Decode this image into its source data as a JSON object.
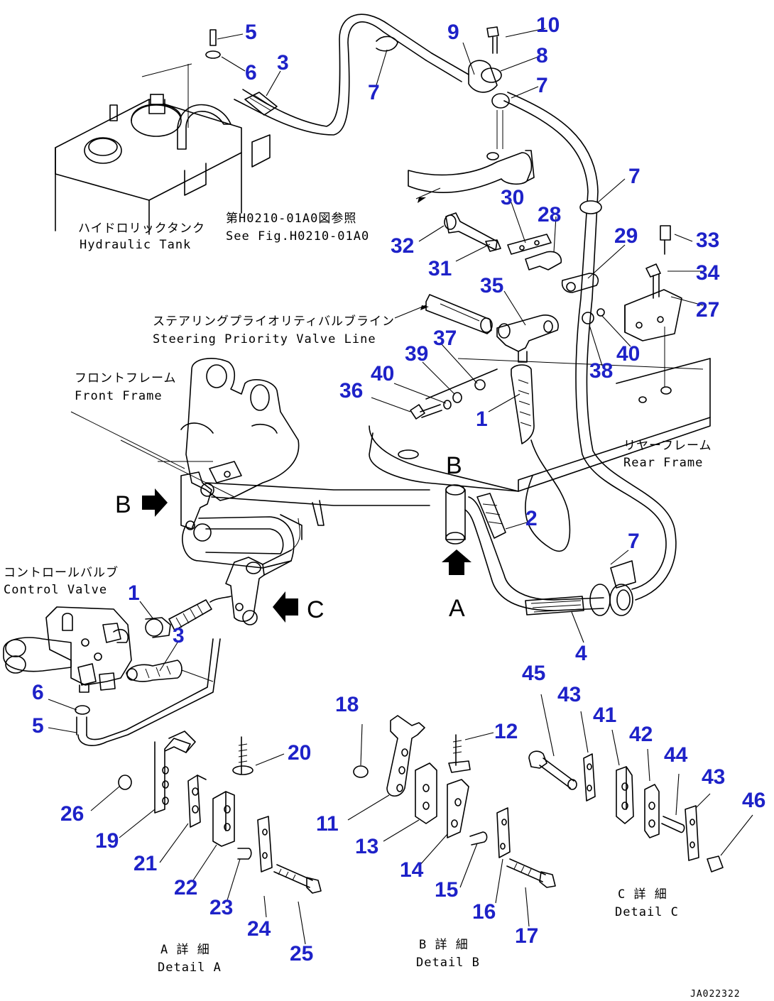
{
  "captions": {
    "hydraulic_tank_jp": "ハイドロリックタンク",
    "hydraulic_tank_en": "Hydraulic Tank",
    "see_fig_jp": "第H0210-01A0図参照",
    "see_fig_en": "See Fig.H0210-01A0",
    "steering_line_jp": "ステアリングプライオリティバルブライン",
    "steering_line_en": "Steering Priority Valve Line",
    "front_frame_jp": "フロントフレーム",
    "front_frame_en": "Front Frame",
    "rear_frame_jp": "リヤーフレーム",
    "rear_frame_en": "Rear Frame",
    "control_valve_jp": "コントロールバルブ",
    "control_valve_en": "Control Valve",
    "detail_a_jp": "A 詳 細",
    "detail_a_en": "Detail A",
    "detail_b_jp": "B 詳 細",
    "detail_b_en": "Detail B",
    "detail_c_jp": "C 詳 細",
    "detail_c_en": "Detail C"
  },
  "view_markers": {
    "a": "A",
    "b": "B",
    "c": "C"
  },
  "drawing_code": "JA022322",
  "part_numbers": [
    "1",
    "2",
    "3",
    "4",
    "5",
    "6",
    "7",
    "8",
    "9",
    "10",
    "11",
    "12",
    "13",
    "14",
    "15",
    "16",
    "17",
    "18",
    "19",
    "20",
    "21",
    "22",
    "23",
    "24",
    "25",
    "26",
    "27",
    "28",
    "29",
    "30",
    "31",
    "32",
    "33",
    "34",
    "35",
    "36",
    "37",
    "38",
    "39",
    "40",
    "41",
    "42",
    "43",
    "44",
    "45",
    "46"
  ],
  "colors": {
    "callout": "#1e22c8",
    "linework": "#000000",
    "background": "#ffffff"
  }
}
